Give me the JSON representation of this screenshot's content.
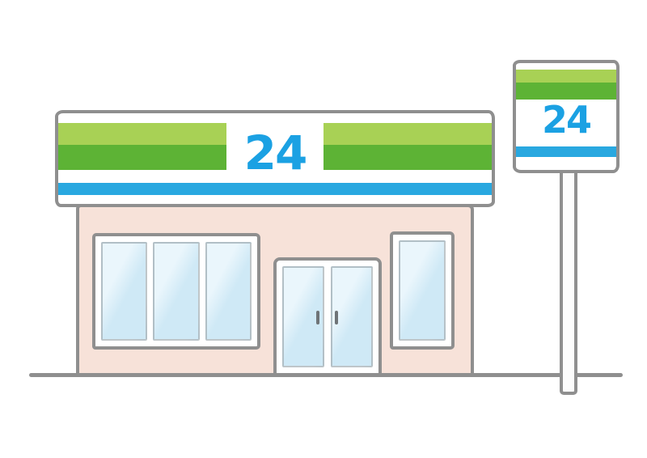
{
  "scene": {
    "description": "Hand-drawn illustration of a 24-hour convenience store: striped storefront sign band and matching roadside pole sign, pink wall, glass windows and double entrance doors",
    "storefront_sign": {
      "hours_label": "24"
    },
    "pole_sign": {
      "hours_label": "24"
    },
    "colors": {
      "outline": "#8f8f8f",
      "stripe_light_green": "#a8d155",
      "stripe_green": "#5db335",
      "stripe_blue": "#29a8e0",
      "text_blue": "#1ba1e3",
      "wall_pink": "#f7e2d9",
      "glass_blue": "#cfe9f6",
      "glass_highlight": "#eaf6fc",
      "frame_white": "#ffffff",
      "pole_fill": "#fcfcfc",
      "handle_gray": "#6f7477"
    }
  }
}
